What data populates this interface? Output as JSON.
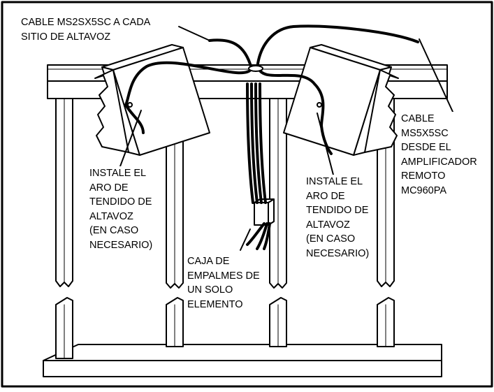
{
  "labels": {
    "speaker_cable": "CABLE MS2SX5SC A CADA\nSITIO DE ALTAVOZ",
    "ring_left": "INSTALE EL\nARO DE\nTENDIDO DE\nALTAVOZ\n(EN CASO\nNECESARIO)",
    "ring_right": "INSTALE EL\nARO DE\nTENDIDO DE\nALTAVOZ\n(EN CASO\nNECESARIO)",
    "junction_box": "CAJA DE\nEMPALMES DE\nUN SOLO\nELEMENTO",
    "amp_cable": "CABLE\nMS5X5SC\nDESDE EL\nAMPLIFICADOR\nREMOTO\nMC960PA"
  },
  "colors": {
    "ink": "#000000",
    "paper": "#ffffff"
  }
}
